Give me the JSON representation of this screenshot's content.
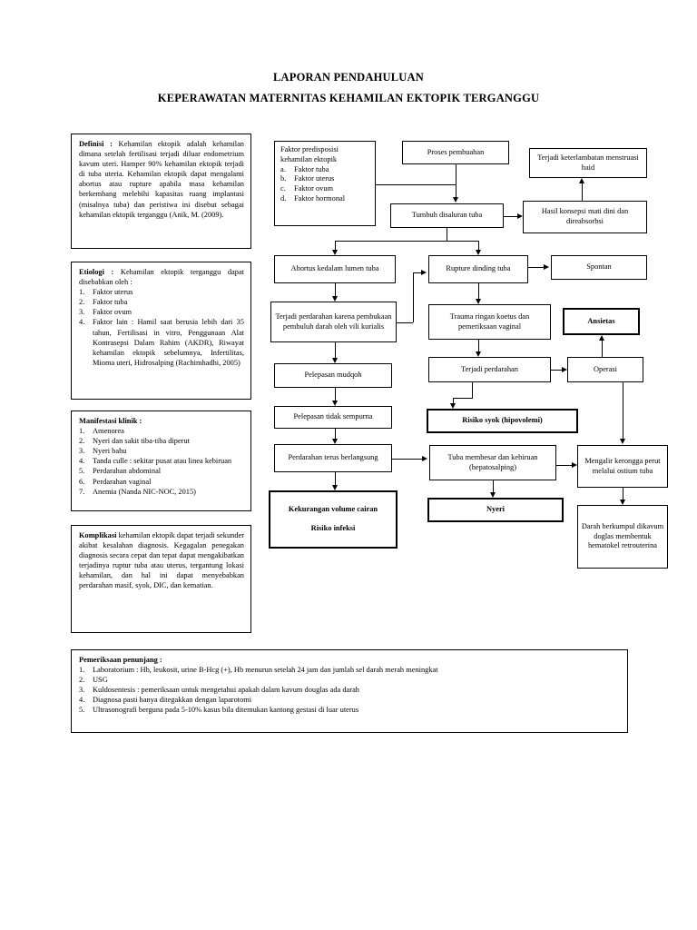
{
  "document": {
    "title_line_1": "LAPORAN PENDAHULUAN",
    "title_line_2": "KEPERAWATAN MATERNITAS KEHAMILAN EKTOPIK TERGANGGU"
  },
  "info_boxes": {
    "definisi": {
      "heading": "Definisi :",
      "body": "Kehamilan ektopik adalah kehamilan dimana setelah fertilisasi terjadi diluar endometrium kavum uteri. Hamper 90% kehamilan ektopik terjadi di tuba uteria. Kehamilan ektopik dapat mengalami abortus atau rupture apabila masa kehamilan berkembang melebihi kapasitas ruang implantasi (misalnya tuba) dan peristiwa ini disebut sebagai kehamilan ektopik terganggu (Anik, M. (2009)."
    },
    "etiologi": {
      "heading": "Etiologi :",
      "intro": "Kehamilan ektopik terganggu dapat disebabkan oleh :",
      "items": [
        {
          "num": "1.",
          "text": "Faktor uterus"
        },
        {
          "num": "2.",
          "text": "Faktor tuba"
        },
        {
          "num": "3.",
          "text": "Faktor ovum"
        },
        {
          "num": "4.",
          "text": "Faktor lain : Hamil saat berusia lebih dari 35 tahun, Fertilisasi in vitro, Penggunaan Alat Kontrasepsi Dalam Rahim (AKDR), Riwayat kehamilan ektopik sebelumnya, Infertilitas, Mioma uteri, Hidrosalping (Rachimhadhi, 2005)"
        }
      ]
    },
    "manifestasi": {
      "heading": "Manifestasi klinik :",
      "items": [
        {
          "num": "1.",
          "text": "Amenorea"
        },
        {
          "num": "2.",
          "text": "Nyeri dan sakit tiba-tiba diperut"
        },
        {
          "num": "3.",
          "text": "Nyeri bahu"
        },
        {
          "num": "4.",
          "text": "Tanda culle : sekitar pusat atau linea kebiruan"
        },
        {
          "num": "5.",
          "text": "Perdarahan abdominal"
        },
        {
          "num": "6.",
          "text": "Perdarahan vaginal"
        },
        {
          "num": "7.",
          "text": "Anemia (Nanda NIC-NOC, 2015)"
        }
      ]
    },
    "komplikasi": {
      "heading": "Komplikasi",
      "body": "kehamilan ektopik dapat terjadi sekunder akibat kesalahan diagnosis. Kegagalan penegakan diagnosis secara cepat dan tepat dapat mengakibatkan terjadinya ruptur tuba atau uterus, tergantung lokasi kehamilan, dan hal ini dapat menyebabkan perdarahan masif, syok, DIC, dan kematian."
    },
    "pemeriksaan_penunjang": {
      "heading": "Pemeriksaan penunjang :",
      "items": [
        {
          "num": "1.",
          "text": "Laboratorium : Hb, leukosit, urine B-Hcg (+), Hb menurun setelah 24 jam dan jumlah sel darah merah meningkat"
        },
        {
          "num": "2.",
          "text": "USG"
        },
        {
          "num": "3.",
          "text": "Kuldosentesis : pemeriksaan untuk mengetahui apakah dalam kavum douglas ada darah"
        },
        {
          "num": "4.",
          "text": "Diagnosa pasti hanya ditegakkan dengan laparotomi"
        },
        {
          "num": "5.",
          "text": "Ultrasonografi berguna pada 5-10% kasus bila ditemukan kantong gestasi di luar uterus"
        }
      ]
    }
  },
  "flowchart": {
    "faktor_predisposisi": {
      "line1": "Faktor predisposisi",
      "line2": "kehamilan ektopik",
      "items": [
        {
          "num": "a.",
          "text": "Faktor tuba"
        },
        {
          "num": "b.",
          "text": "Faktor uterus"
        },
        {
          "num": "c.",
          "text": "Faktor ovum"
        },
        {
          "num": "d.",
          "text": "Faktor hormonal"
        }
      ]
    },
    "proses_pembuahan": "Proses pembuahan",
    "tumbuh_disaluran_tuba": "Tumbuh disaluran tuba",
    "terjadi_keterlambatan": "Terjadi keterlambatan menstruasi haid",
    "hasil_konsepsi": "Hasil konsepsi mati dini dan direabsorbsi",
    "abortus_kedalam_lumen": "Abortus kedalam lumen tuba",
    "rupture_dinding_tuba": "Rupture dinding tuba",
    "spontan": "Spontan",
    "terjadi_perdarahan_vili": "Terjadi perdarahan karena pembukaan pembuluh darah oleh vili kurialis",
    "trauma_ringan": "Trauma ringan koetus dan pemeriksaan vaginal",
    "ansietas": "Ansietas",
    "pelepasan_mudqoh": "Pelepasan mudqoh",
    "terjadi_perdarahan": "Terjadi perdarahan",
    "operasi": "Operasi",
    "pelepasan_tidak_sempurna": "Pelepasan tidak sempurna",
    "risiko_syok": "Risiko syok (hipovolemi)",
    "perdarahan_terus": "Perdarahan terus berlangsung",
    "tuba_membesar": "Tuba membesar dan kebiruan (hepatosalping)",
    "mengalir_kerongga": "Mengalir kerongga perut melalui ostium tuba",
    "kekurangan_volume": "Kekurangan volume cairan",
    "risiko_infeksi": "Risiko infeksi",
    "nyeri": "Nyeri",
    "darah_berkumpul": "Darah berkumpul dikavum doglas membentuk hematokel retrouterina"
  },
  "colors": {
    "ink": "#000000",
    "paper": "#ffffff"
  }
}
